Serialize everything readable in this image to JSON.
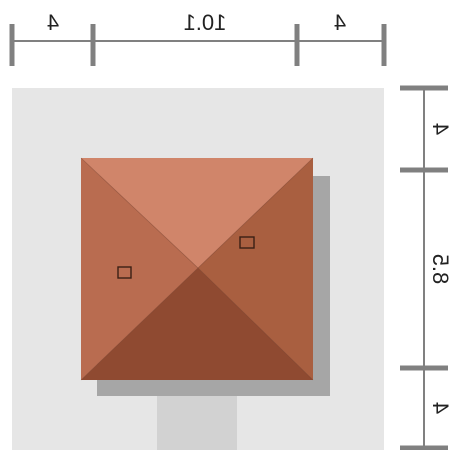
{
  "dimensions": {
    "top": [
      "4",
      "10.1",
      "4"
    ],
    "right": [
      "4",
      "8.5",
      "4"
    ]
  },
  "colors": {
    "lot": "#e6e6e6",
    "driveway": "#d2d2d2",
    "shadow": "#a6a6a6",
    "roof_top": "#d0856a",
    "roof_left": "#b96c50",
    "roof_right": "#a95f40",
    "roof_bottom": "#8f4a31",
    "dim_line": "#808080",
    "dim_text": "#222222"
  },
  "icons": [
    "skylight-icon",
    "skylight-icon"
  ]
}
